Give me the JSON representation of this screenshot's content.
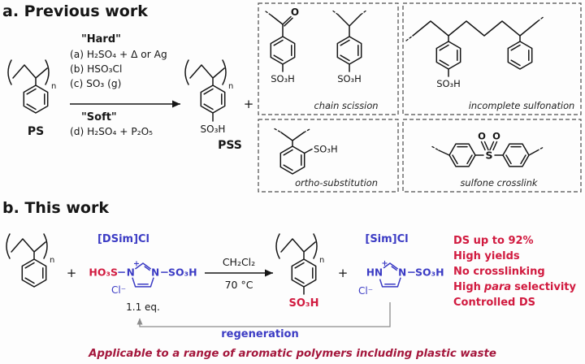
{
  "glyphs": {
    "n": "n"
  },
  "colors": {
    "accent_blue": "#3b3bc4",
    "accent_red": "#d11a3f",
    "footer_red": "#a4173c",
    "ink": "#161616"
  },
  "section_a": {
    "title": "a. Previous work",
    "ps_label": "PS",
    "pss_label": "PSS",
    "so3h": "SO₃H",
    "plus": "+",
    "conditions": {
      "hard": "\"Hard\"",
      "a": "(a) H₂SO₄ + Δ or Ag",
      "b": "(b) HSO₃Cl",
      "c": "(c) SO₃ (g)",
      "soft": "\"Soft\"",
      "d": "(d) H₂SO₄ + P₂O₅"
    },
    "byproducts": {
      "chain_scission": {
        "caption": "chain scission",
        "o": "O",
        "so3h_1": "SO₃H",
        "so3h_2": "SO₃H"
      },
      "incomplete": {
        "caption": "incomplete sulfonation",
        "so3h": "SO₃H"
      },
      "ortho": {
        "caption": "ortho-substitution",
        "so3h": "SO₃H"
      },
      "sulfone": {
        "caption": "sulfone crosslink",
        "s": "S",
        "o1": "O",
        "o2": "O"
      }
    }
  },
  "section_b": {
    "title": "b. This work",
    "plus_1": "+",
    "plus_2": "+",
    "reagent": {
      "name": "[DSim]Cl",
      "ho3s": "HO₃S",
      "n_left": "N",
      "charge": "+",
      "n_right": "N",
      "so3h": "SO₃H",
      "counterion": "Cl⁻",
      "equiv": "1.1 eq."
    },
    "conditions": {
      "solvent": "CH₂Cl₂",
      "temperature": "70 °C"
    },
    "product_so3h": "SO₃H",
    "byproduct": {
      "name": "[Sim]Cl",
      "hn": "HN",
      "charge": "+",
      "n_right": "N",
      "so3h": "SO₃H",
      "counterion": "Cl⁻"
    },
    "highlights": {
      "line1": "DS up to 92%",
      "line2": "High yields",
      "line3": "No crosslinking",
      "line4_pre": "High",
      "line4_italic": "para",
      "line4_post": "selectivity",
      "line5": "Controlled DS"
    },
    "regeneration": "regeneration",
    "footer": "Applicable to a range of aromatic polymers including plastic waste"
  }
}
